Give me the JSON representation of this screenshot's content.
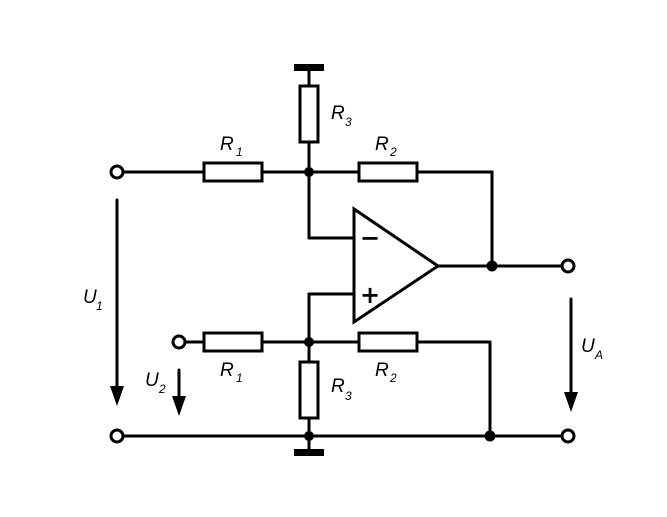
{
  "labels": {
    "r1_top": {
      "main": "R",
      "sub": "1"
    },
    "r2_top": {
      "main": "R",
      "sub": "2"
    },
    "r3_top": {
      "main": "R",
      "sub": "3"
    },
    "r1_bot": {
      "main": "R",
      "sub": "1"
    },
    "r2_bot": {
      "main": "R",
      "sub": "2"
    },
    "r3_bot": {
      "main": "R",
      "sub": "3"
    },
    "u1": {
      "main": "U",
      "sub": "1"
    },
    "u2": {
      "main": "U",
      "sub": "2"
    },
    "ua": {
      "main": "U",
      "sub": "A"
    }
  },
  "opamp": {
    "minus": "−",
    "plus": "+"
  }
}
